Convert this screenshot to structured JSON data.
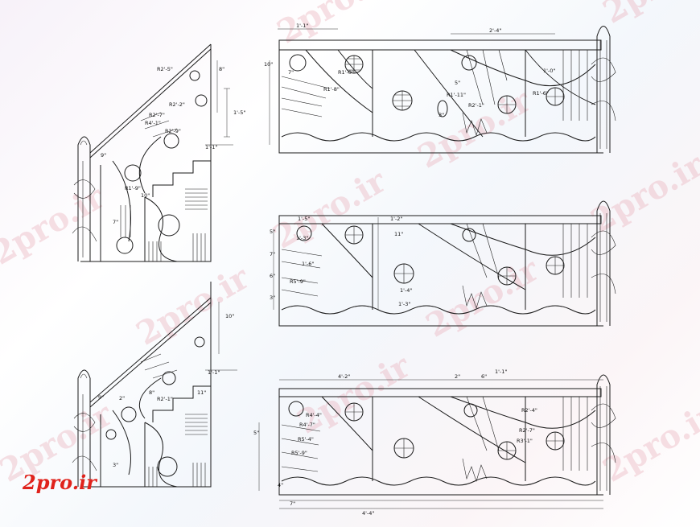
{
  "logo": {
    "text": "2pro.ir",
    "color": "#e0231c"
  },
  "watermark": {
    "text": "2pro.ir",
    "color": "#e8a8b4"
  },
  "dims": {
    "top_left": [
      "R2'-5\"",
      "R2'-7\"",
      "R4'-1\"",
      "R2'-9\"",
      "R1'-9\"",
      "R2'-2\"",
      "1'-5\"",
      "1'-1\"",
      "9\"",
      "10\"",
      "8\"",
      "7\""
    ],
    "panel_a": [
      "1'-1\"",
      "2'-4\"",
      "R1'-8\"",
      "R1'-0\"",
      "R1'-11\"",
      "R2'-1\"",
      "R1'-6\"",
      "1'-0\"",
      "3\"",
      "5\"",
      "10\"",
      "7\""
    ],
    "panel_b": [
      "1'-5\"",
      "1'-3\"",
      "1'-6\"",
      "1'-2\"",
      "11\"",
      "1'-4\"",
      "1'-3\"",
      "R5'-9\"",
      "7\"",
      "6\"",
      "5\"",
      "3\""
    ],
    "bottom_left": [
      "1'-1\"",
      "10\"",
      "11\"",
      "9\"",
      "2\"",
      "8\"",
      "R2'-1\"",
      "3\""
    ],
    "panel_c": [
      "4'-2\"",
      "2\"",
      "6\"",
      "1'-1\"",
      "R4'-4\"",
      "R4'-7\"",
      "R5'-4\"",
      "R5'-9\"",
      "R2'-4\"",
      "R2'-7\"",
      "R3'-1\"",
      "4'-4\"",
      "7\"",
      "5\"",
      "4\""
    ]
  }
}
